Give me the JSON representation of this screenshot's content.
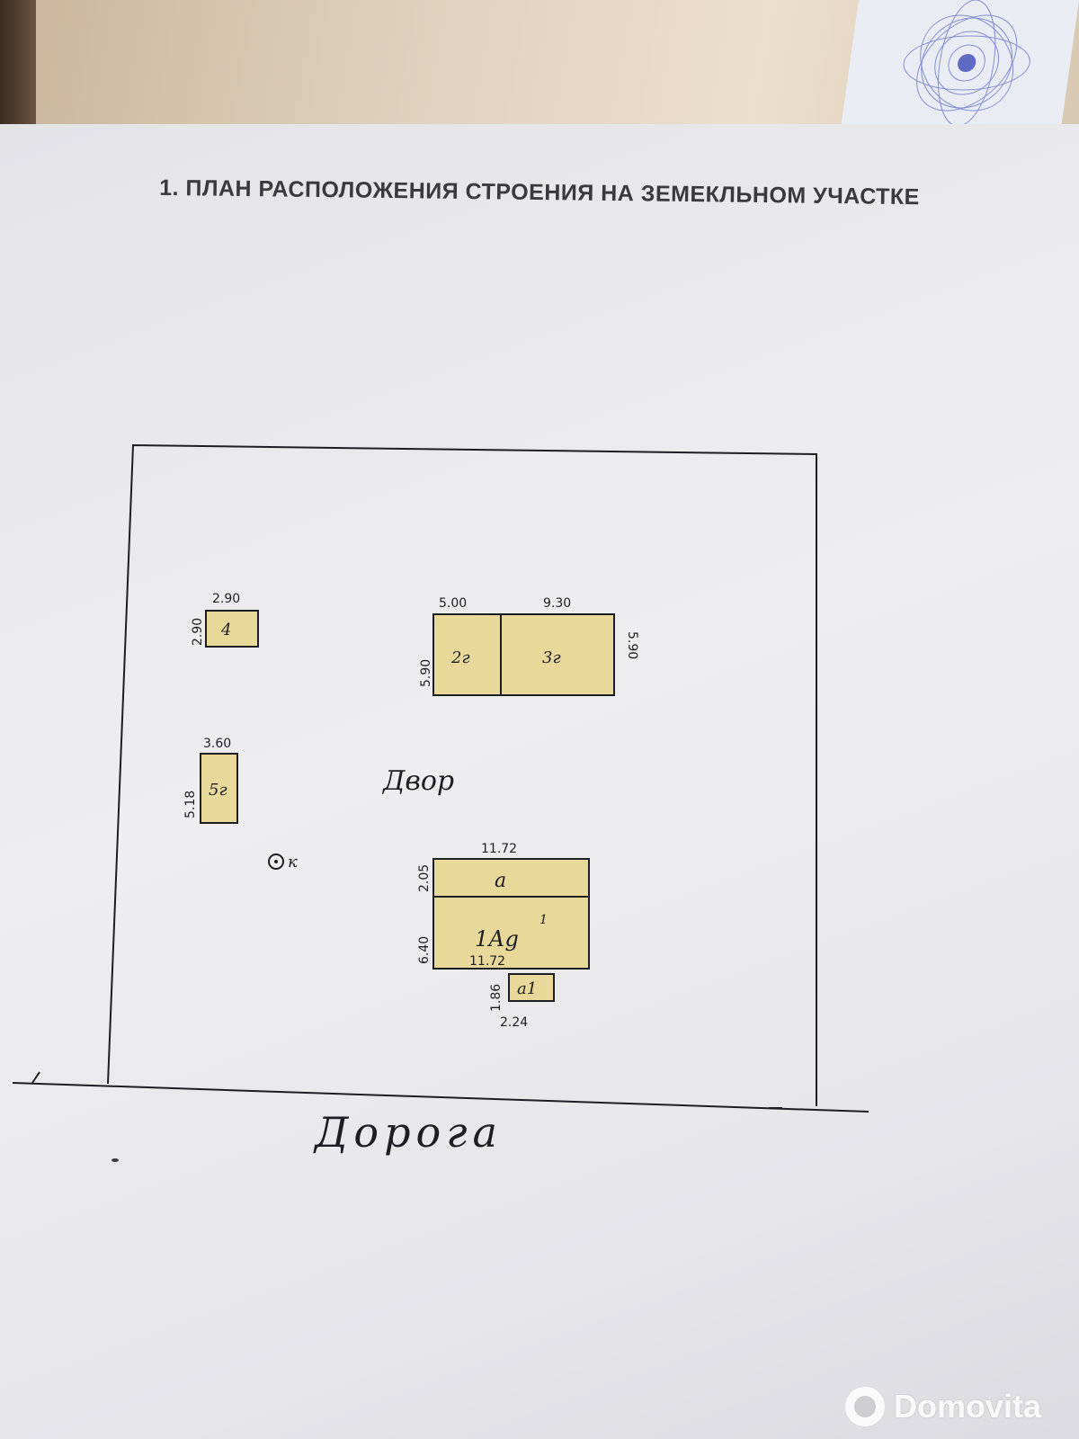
{
  "document": {
    "title": "1.   ПЛАН РАСПОЛОЖЕНИЯ СТРОЕНИЯ НА ЗЕМЕКЛЬНОМ УЧАСТКЕ"
  },
  "plan": {
    "yard_label": "Двор",
    "road_label": "Дорога",
    "well_label": "к",
    "fill_color": "#e8d89a",
    "line_color": "#1d1d24",
    "buildings": [
      {
        "label": "4",
        "width": "2.90",
        "depth": "2.90"
      },
      {
        "label": "2г",
        "width": "5.00",
        "depth": "5.90"
      },
      {
        "label": "3г",
        "width": "9.30",
        "depth_left": "5.90",
        "depth_right": "5.90"
      },
      {
        "label": "5г",
        "width": "3.60",
        "depth": "5.18"
      },
      {
        "label": "а",
        "width": "11.72",
        "depth": "2.05"
      },
      {
        "label": "1Аg",
        "superscript": "1",
        "width": "11.72",
        "depth": "6.40"
      },
      {
        "label": "а1",
        "width": "2.24",
        "depth": "1.86"
      }
    ]
  },
  "watermark": {
    "text": "Domovita"
  }
}
